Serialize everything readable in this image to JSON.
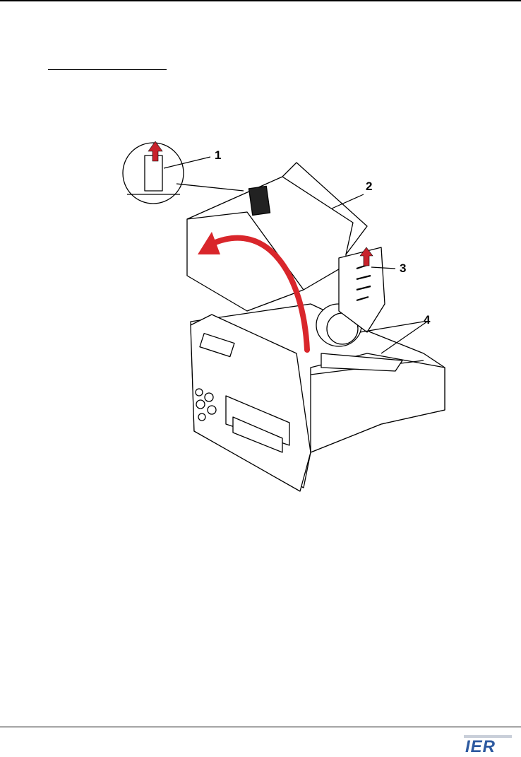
{
  "figure": {
    "callouts": [
      "1",
      "2",
      "3",
      "4"
    ],
    "arrow_color": "#d9262b",
    "callout_arrow_color": "#c8232c"
  },
  "footer": {
    "logo_text": "IER",
    "logo_color": "#2d5aa0"
  }
}
